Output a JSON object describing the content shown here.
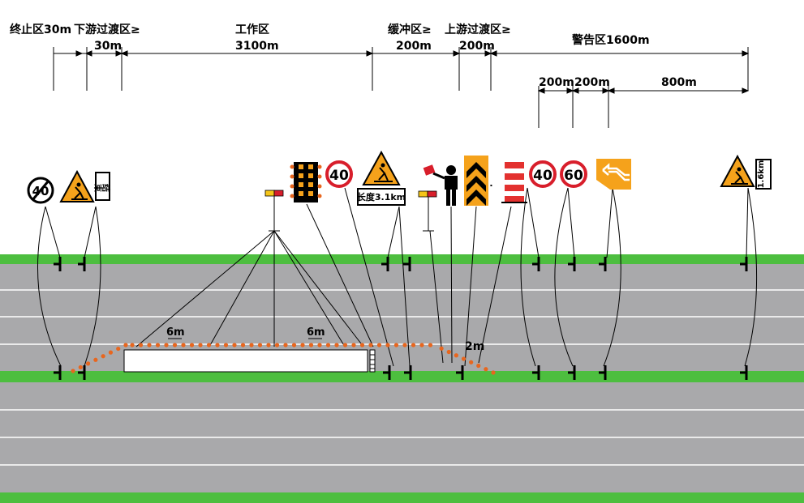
{
  "zones": {
    "end_zone": "终止区30m",
    "down_transition": "下游过渡区≥",
    "down_transition_len": "30m",
    "work_zone": "工作区",
    "work_zone_len": "3100m",
    "buffer_zone": "缓冲区≥",
    "buffer_zone_len": "200m",
    "up_transition": "上游过渡区≥",
    "up_transition_len": "200m",
    "warning_zone": "警告区1600m",
    "warn_seg1": "200m",
    "warn_seg2": "200m",
    "warn_seg3": "800m"
  },
  "signs": {
    "end_tag": "结束",
    "speed_40": "40",
    "speed_60": "60",
    "work_length": "长度3.1km",
    "warning_distance": "1.6km",
    "restricted_40": "40"
  },
  "annotations": {
    "cone_spacing_left": "6m",
    "cone_spacing_right": "6m",
    "lateral_offset": "2m"
  },
  "colors": {
    "road": "#a9a9ab",
    "verge": "#4dbe3f",
    "cone": "#e8661e",
    "sign_yellow": "#f5a21b",
    "speed_ring": "#d81e2b"
  }
}
